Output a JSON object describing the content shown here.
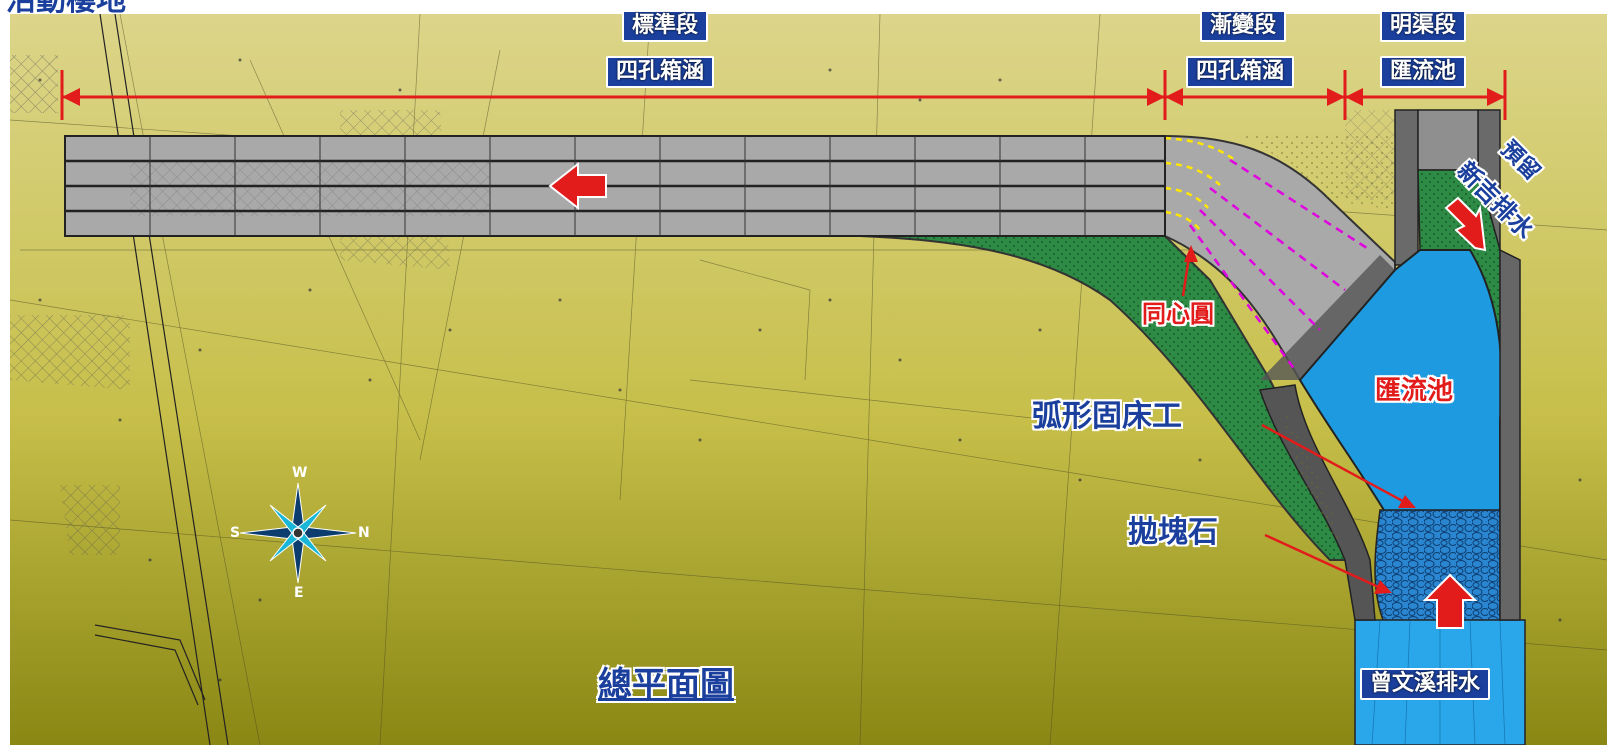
{
  "header": {
    "partial_title": "活動樓地"
  },
  "segments": [
    {
      "name": "標準段",
      "sub": "四孔箱涵"
    },
    {
      "name": "漸變段",
      "sub": "四孔箱涵"
    },
    {
      "name": "明渠段",
      "sub": "匯流池"
    }
  ],
  "annotations": {
    "concentric": "同心圓",
    "arc_bed": "弧形固床工",
    "riprap": "拋塊石",
    "pool": "匯流池",
    "reserved": "預留",
    "xinji": "新吉排水",
    "zengwen": "曾文溪排水"
  },
  "compass": {
    "w": "W",
    "n": "N",
    "s": "S",
    "e": "E"
  },
  "plan_title": "總平面圖",
  "colors": {
    "background_top": "#d6cf7a",
    "background_bottom": "#8c8a18",
    "culvert": "#a9a9a9",
    "green_zone": "#2e8b45",
    "water": "#1e9be0",
    "dimension_line": "#e21b1b",
    "label_fill": "#1a3f9c"
  }
}
